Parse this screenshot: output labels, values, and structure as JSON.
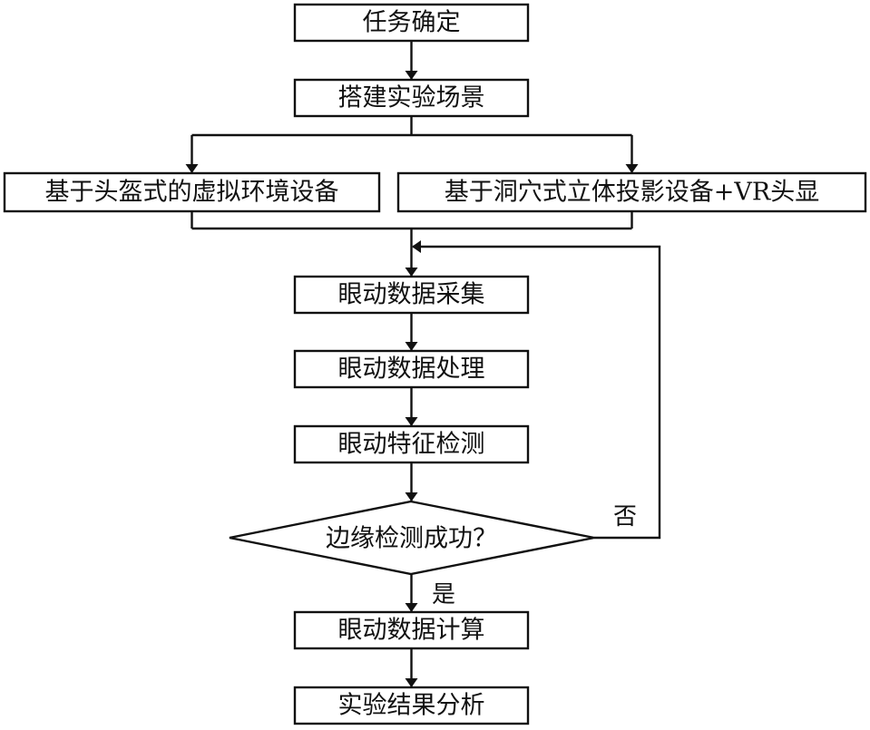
{
  "diagram": {
    "nodes": {
      "task_define": "任务确定",
      "build_scene": "搭建实验场景",
      "hmd_device": "基于头盔式的虚拟环境设备",
      "cave_device": "基于洞穴式立体投影设备+VR头显",
      "eye_collect": "眼动数据采集",
      "eye_process": "眼动数据处理",
      "eye_feature": "眼动特征检测",
      "edge_detect": "边缘检测成功？",
      "eye_compute": "眼动数据计算",
      "result_analysis": "实验结果分析"
    },
    "edge_labels": {
      "no": "否",
      "yes": "是"
    }
  }
}
